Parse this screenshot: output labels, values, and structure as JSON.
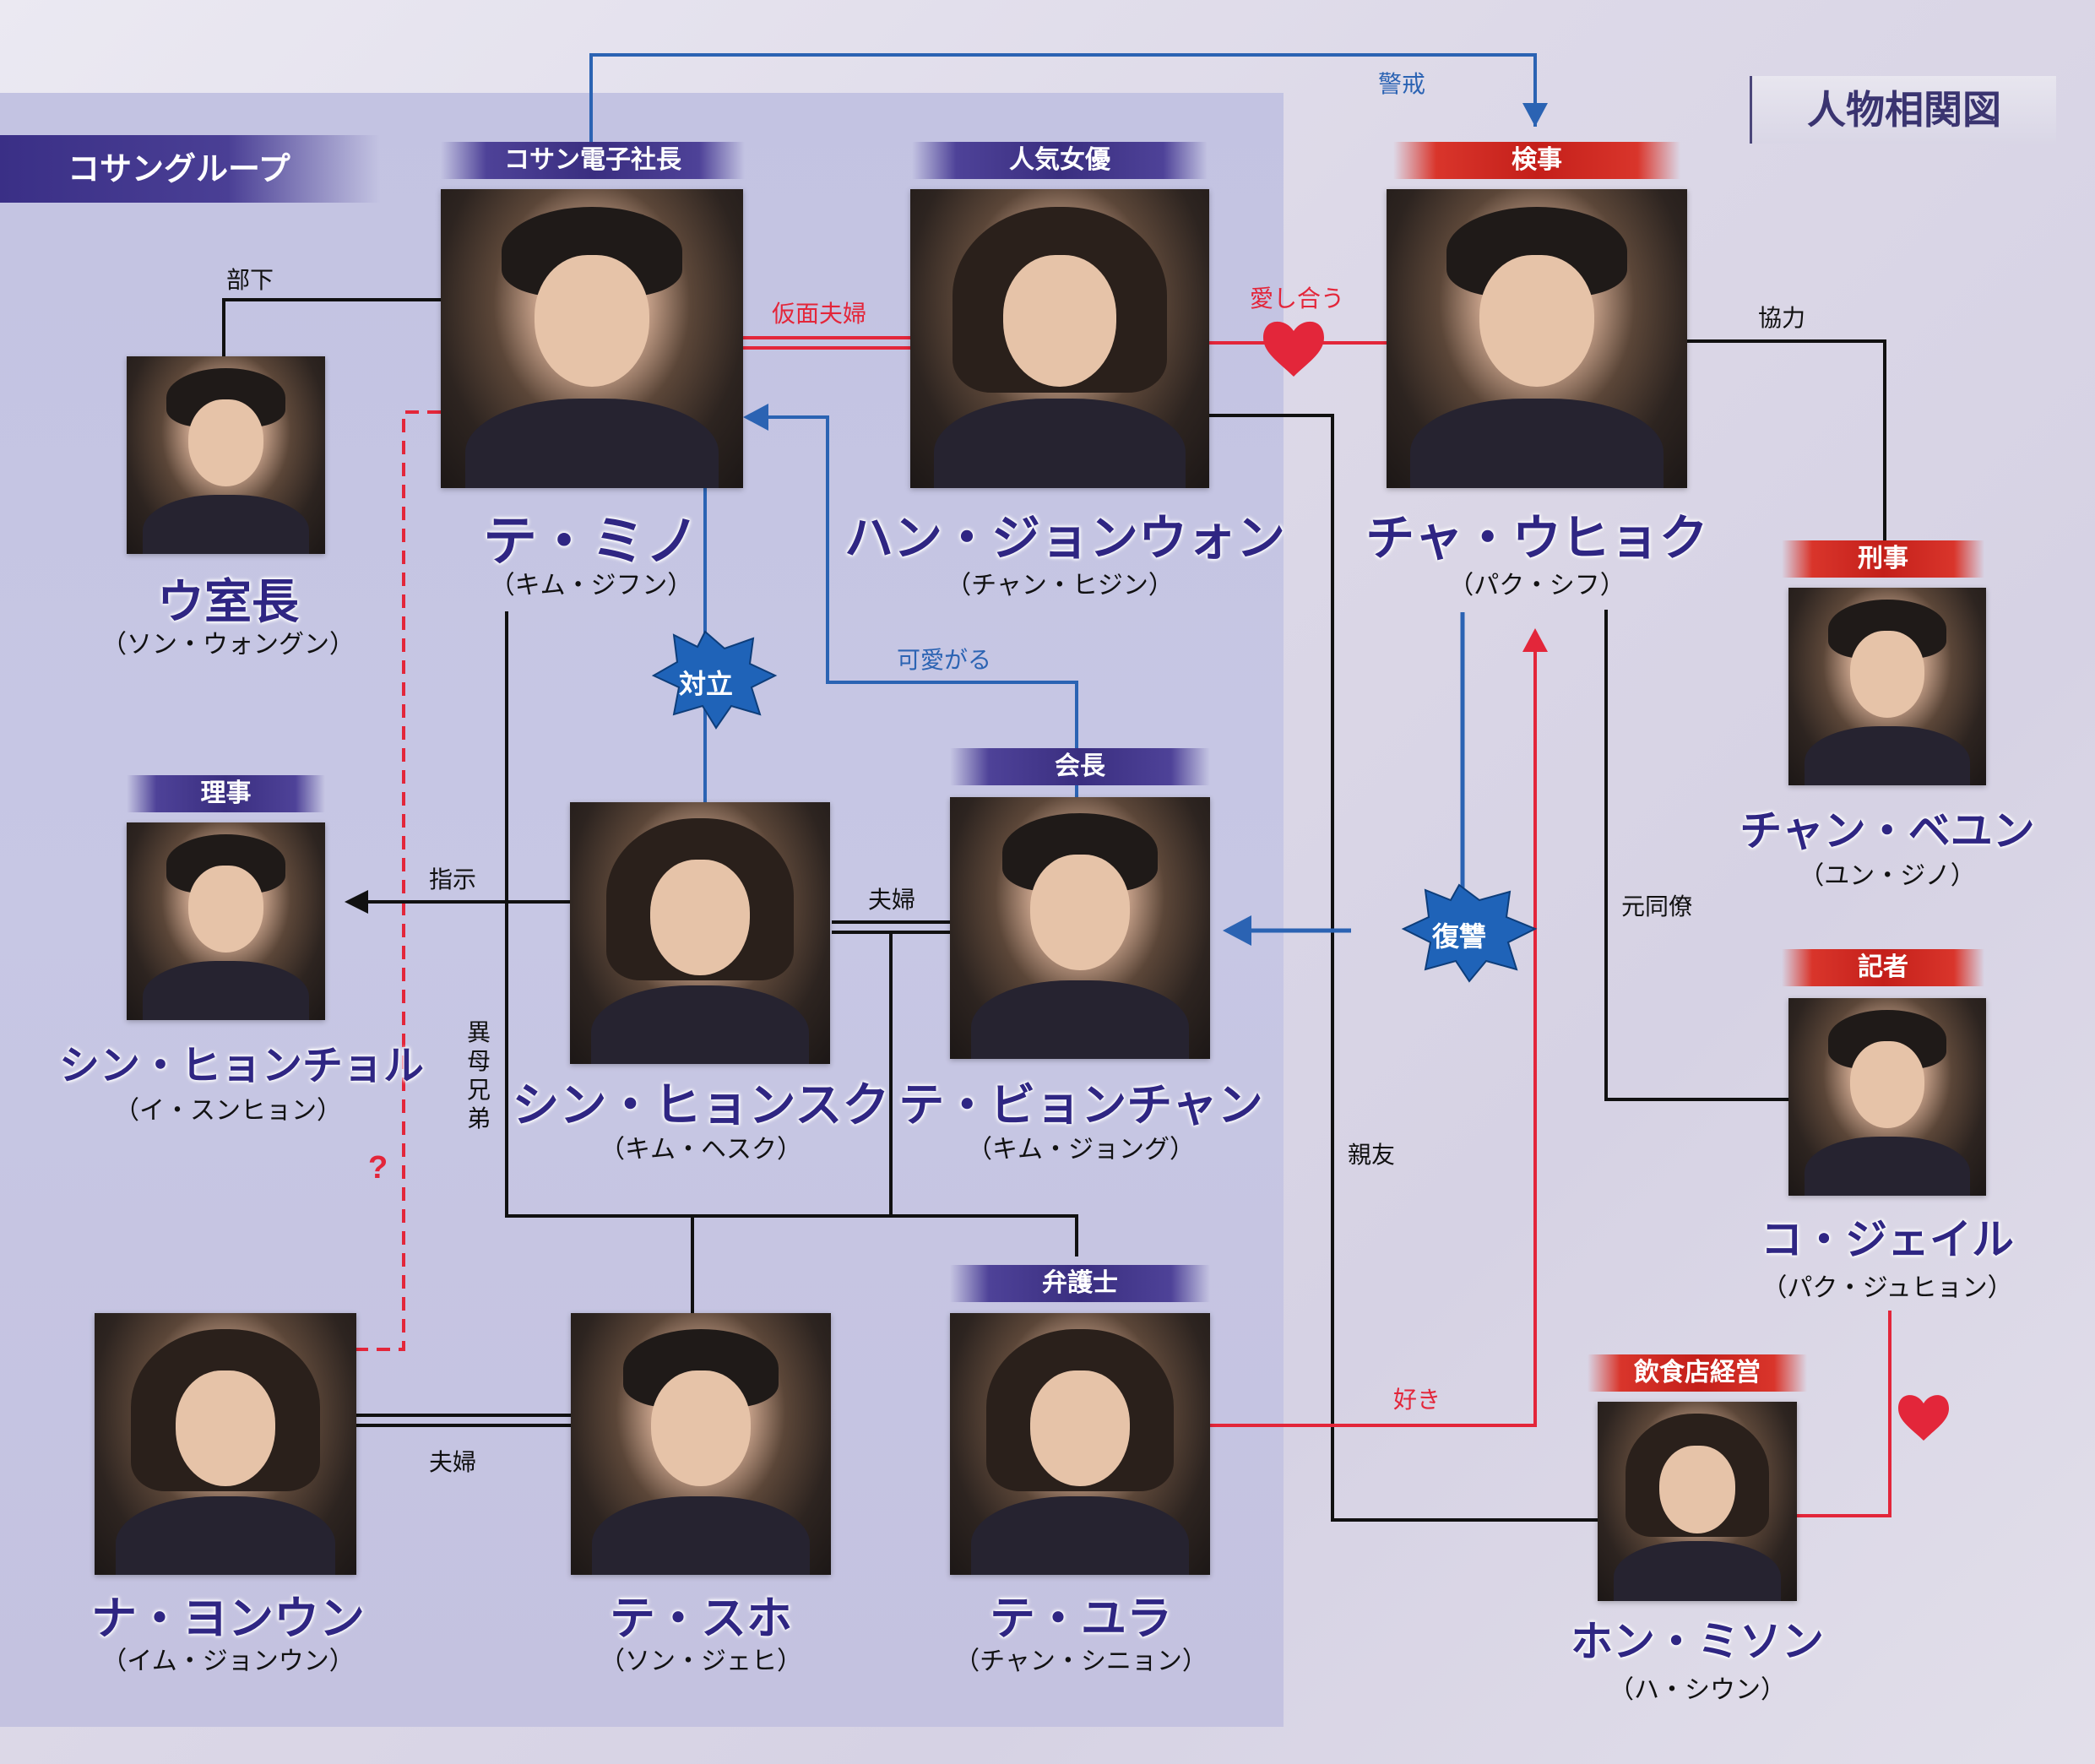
{
  "title": "人物相関図",
  "group_label": "コサングループ",
  "colors": {
    "purple_banner": "#3a2e80",
    "red_banner": "#c41f1a",
    "name_text": "#2f2683",
    "line_blue": "#2b63b3",
    "line_red": "#e3263a",
    "line_black": "#111111",
    "group_bg": "#c4c3e2"
  },
  "characters": {
    "temino": {
      "role": "コサン電子社長",
      "name": "テ・ミノ",
      "actor": "（キム・ジフン）"
    },
    "han": {
      "role": "人気女優",
      "name": "ハン・ジョンウォン",
      "actor": "（チャン・ヒジン）"
    },
    "cha": {
      "role": "検事",
      "name": "チャ・ウヒョク",
      "actor": "（パク・シフ）"
    },
    "u": {
      "name": "ウ室長",
      "actor": "（ソン・ウォングン）"
    },
    "chang": {
      "role": "刑事",
      "name": "チャン・ベユン",
      "actor": "（ユン・ジノ）"
    },
    "shinhc": {
      "role": "理事",
      "name": "シン・ヒョンチョル",
      "actor": "（イ・スンヒョン）"
    },
    "shinhs": {
      "name": "シン・ヒョンスク",
      "actor": "（キム・ヘスク）"
    },
    "tebc": {
      "role": "会長",
      "name": "テ・ビョンチャン",
      "actor": "（キム・ジョング）"
    },
    "ko": {
      "role": "記者",
      "name": "コ・ジェイル",
      "actor": "（パク・ジュヒョン）"
    },
    "na": {
      "name": "ナ・ヨンウン",
      "actor": "（イム・ジョンウン）"
    },
    "tesuho": {
      "name": "テ・スホ",
      "actor": "（ソン・ジェヒ）"
    },
    "teyura": {
      "role": "弁護士",
      "name": "テ・ユラ",
      "actor": "（チャン・シニョン）"
    },
    "hong": {
      "role": "飲食店経営",
      "name": "ホン・ミソン",
      "actor": "（ハ・シウン）"
    }
  },
  "relations": {
    "keikai": "警戒",
    "buka": "部下",
    "kamen": "仮面夫婦",
    "aishiau": "愛し合う",
    "kyoryoku": "協力",
    "tairitsu": "対立",
    "kawaigaru": "可愛がる",
    "shiji": "指示",
    "fufu1": "夫婦",
    "ibo": "異母兄弟",
    "fukushu": "復讐",
    "motodoryo": "元同僚",
    "shinyu": "親友",
    "question": "?",
    "suki": "好き",
    "fufu2": "夫婦"
  },
  "symbols": {
    "heart": "heart-icon"
  }
}
